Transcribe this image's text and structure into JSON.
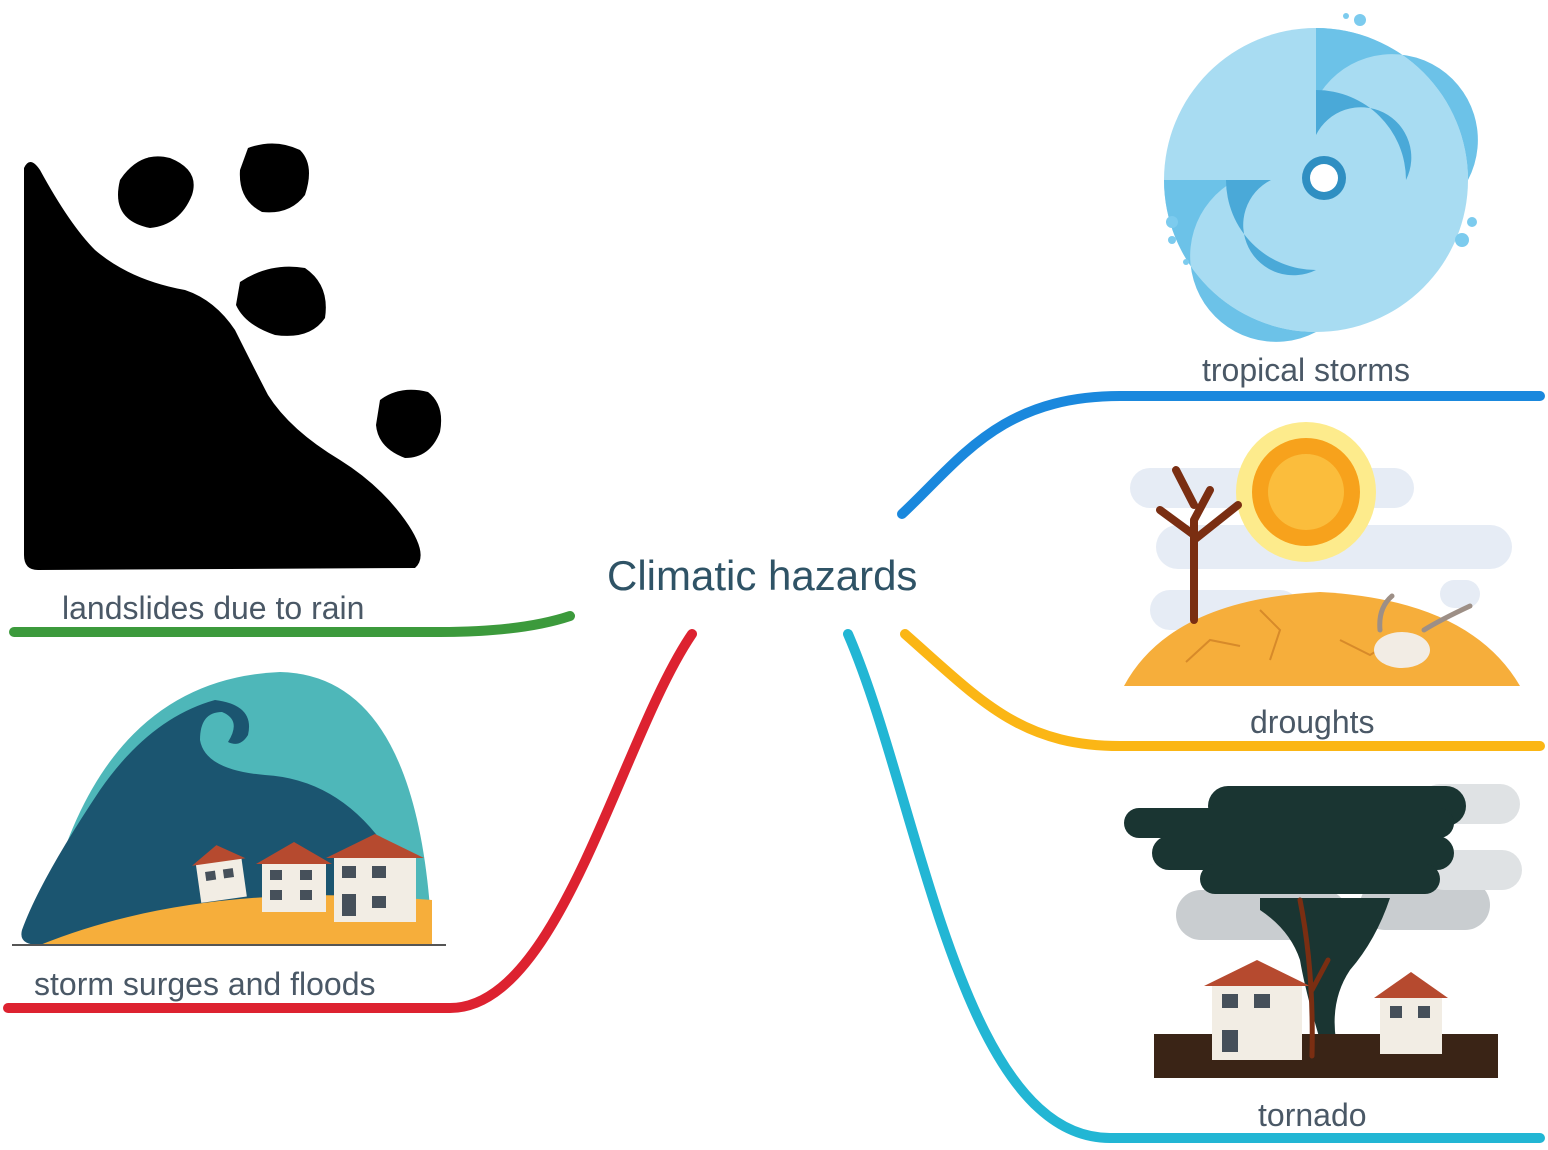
{
  "central_topic": {
    "label": "Climatic hazards"
  },
  "branches": [
    {
      "id": "landslides",
      "label": "landslides due to rain",
      "color": "#3c9a3c",
      "icon": "landslide-icon"
    },
    {
      "id": "storm-surges",
      "label": "storm surges and floods",
      "color": "#dd2230",
      "icon": "tsunami-wave-icon"
    },
    {
      "id": "tropical-storms",
      "label": "tropical storms",
      "color": "#1a88dd",
      "icon": "hurricane-icon"
    },
    {
      "id": "droughts",
      "label": "droughts",
      "color": "#fbb615",
      "icon": "drought-sun-icon"
    },
    {
      "id": "tornado",
      "label": "tornado",
      "color": "#22b6d4",
      "icon": "tornado-icon"
    }
  ]
}
